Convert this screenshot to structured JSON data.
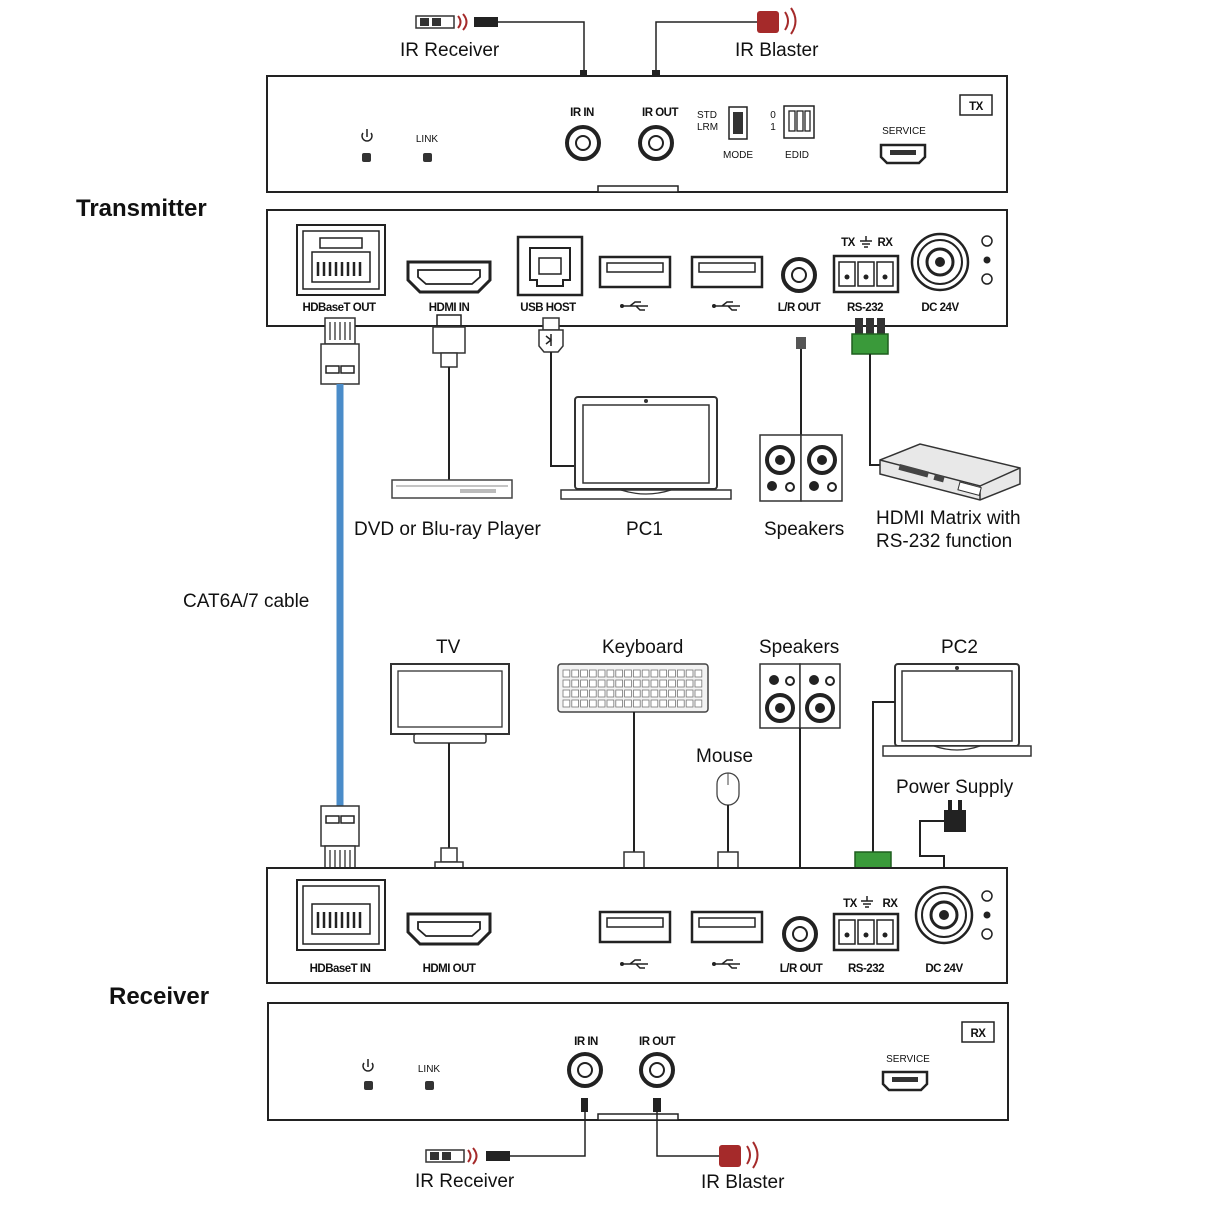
{
  "titles": {
    "transmitter": "Transmitter",
    "receiver": "Receiver"
  },
  "devices": {
    "ir_receiver": "IR Receiver",
    "ir_blaster": "IR Blaster",
    "dvd": "DVD or Blu-ray  Player",
    "pc1": "PC1",
    "speakers": "Speakers",
    "hdmi_matrix_line1": "HDMI Matrix with",
    "hdmi_matrix_line2": "RS-232 function",
    "cable": "CAT6A/7 cable",
    "tv": "TV",
    "keyboard": "Keyboard",
    "mouse": "Mouse",
    "pc2": "PC2",
    "power_supply": "Power Supply"
  },
  "tx_front": {
    "badge": "TX",
    "link": "LINK",
    "ir_in": "IR IN",
    "ir_out": "IR OUT",
    "std": "STD",
    "lrm": "LRM",
    "mode": "MODE",
    "edid": "EDID",
    "edid_0": "0",
    "edid_1": "1",
    "service": "SERVICE"
  },
  "tx_rear": {
    "hdbaset": "HDBaseT OUT",
    "hdmi": "HDMI IN",
    "usb_host": "USB HOST",
    "lr_out": "L/R OUT",
    "rs232": "RS-232",
    "dc": "DC 24V",
    "tx": "TX",
    "rx": "RX"
  },
  "rx_rear": {
    "hdbaset": "HDBaseT IN",
    "hdmi": "HDMI OUT",
    "lr_out": "L/R OUT",
    "rs232": "RS-232",
    "dc": "DC 24V",
    "tx": "TX",
    "rx": "RX"
  },
  "rx_front": {
    "badge": "RX",
    "link": "LINK",
    "ir_in": "IR IN",
    "ir_out": "IR OUT",
    "service": "SERVICE"
  },
  "colors": {
    "cable": "#4a8cc9",
    "rs232_plug": "#3a9a3a",
    "ir_blaster": "#a52a2a"
  },
  "icons": [
    "power-icon",
    "usb-icon",
    "ground-icon",
    "ir-wave-icon"
  ]
}
